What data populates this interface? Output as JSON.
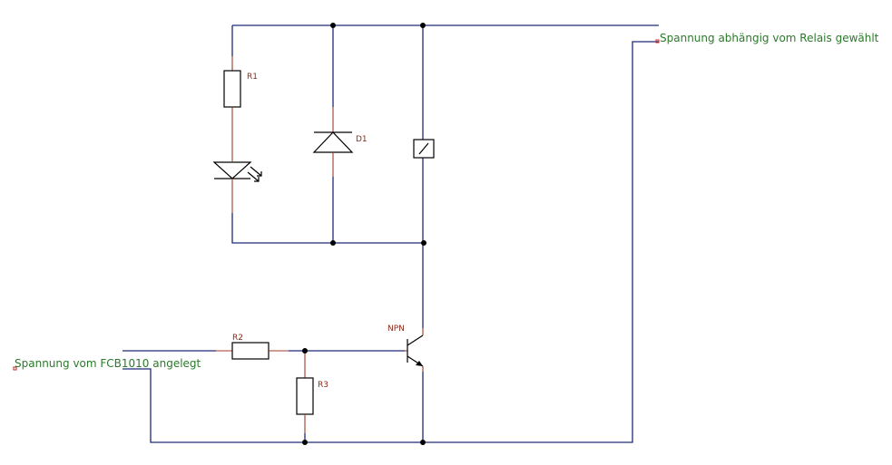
{
  "labels": {
    "r1": "R1",
    "r2": "R2",
    "r3": "R3",
    "d1": "D1",
    "npn": "NPN"
  },
  "net_labels": {
    "output": "Spannung abhängig vom Relais gewählt",
    "input": "Spannung vom FCB1010 angelegt"
  },
  "colors": {
    "wire": "#1e2a7a",
    "component_lead": "#a03a2a",
    "reference_text": "#8b2a1a",
    "net_text": "#2a7a2a"
  }
}
